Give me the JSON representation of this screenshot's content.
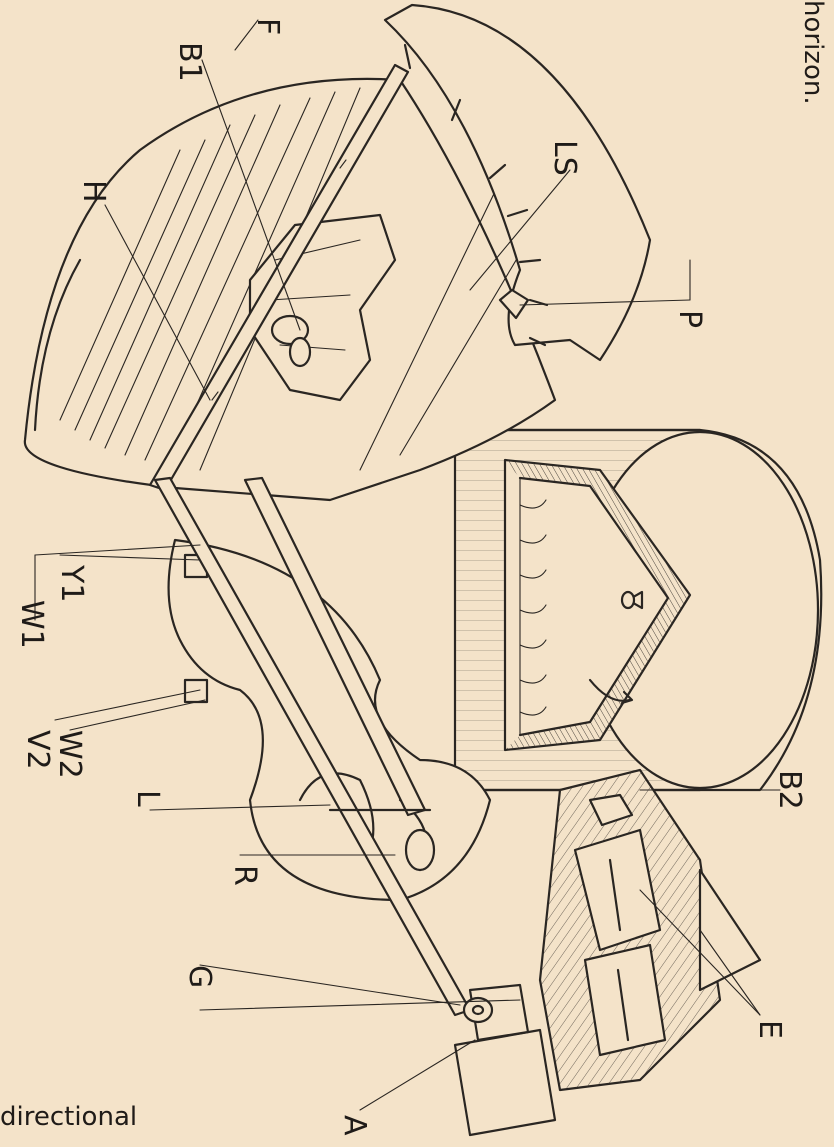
{
  "caption_top": "horizon.",
  "caption_bottom": "directional",
  "labels": {
    "F": "F",
    "B1": "B1",
    "H": "H",
    "LS": "LS",
    "P": "P",
    "Y1": "Y1",
    "W1": "W1",
    "W2": "W2",
    "V2": "V2",
    "L": "L",
    "R": "R",
    "G": "G",
    "A": "A",
    "B2": "B2",
    "E": "E"
  },
  "colors": {
    "paper": "#f4e3c9",
    "ink": "#2a2622"
  }
}
